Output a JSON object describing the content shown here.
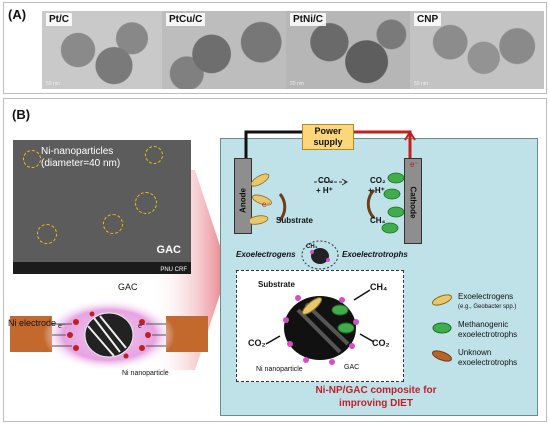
{
  "panel_a": {
    "tag": "(A)",
    "images": [
      {
        "label": "Pt/C",
        "scale": "50 nm"
      },
      {
        "label": "PtCu/C",
        "scale": ""
      },
      {
        "label": "PtNi/C",
        "scale": "20 nm"
      },
      {
        "label": "CNP",
        "scale": "50 nm"
      }
    ]
  },
  "panel_b": {
    "tag": "(B)",
    "sem": {
      "annotation_line1": "Ni-nanoparticles",
      "annotation_line2": "(diameter=40 nm)",
      "gac_label": "GAC",
      "footer_label": "PNU CRF"
    },
    "electrode": {
      "ni_electrode": "Ni electrode",
      "gac": "GAC",
      "ni_nanoparticle": "Ni nanoparticle",
      "electron": "e⁻"
    },
    "cell": {
      "power_line1": "Power",
      "power_line2": "supply",
      "anode": "Anode",
      "cathode": "Cathode",
      "co2_left": "CO₂",
      "h_left": "+ H⁺",
      "co2_right": "CO₂",
      "h_right": "+ H⁺",
      "substrate": "Substrate",
      "ch4": "CH₄",
      "exoelectrogens": "Exoelectrogens",
      "exoelectrotrophs": "Exoelectrotrophs",
      "electron": "e⁻"
    },
    "zoom": {
      "substrate": "Substrate",
      "ch4": "CH₄",
      "co2_left": "CO₂",
      "co2_right": "CO₂",
      "ni_nanoparticle": "Ni nanoparticle",
      "gac": "GAC"
    },
    "legend": [
      {
        "line1": "Exoelectrogens",
        "line2": "(e.g., Geobacter spp.)",
        "color": "#e8c86a"
      },
      {
        "line1": "Methanogenic",
        "line2": "exoelectrotrophs",
        "color": "#3fae4a"
      },
      {
        "line1": "Unknown",
        "line2": "exoelectrotrophs",
        "color": "#b8632a"
      }
    ],
    "caption_line1": "Ni-NP/GAC composite for",
    "caption_line2": "improving DIET"
  }
}
